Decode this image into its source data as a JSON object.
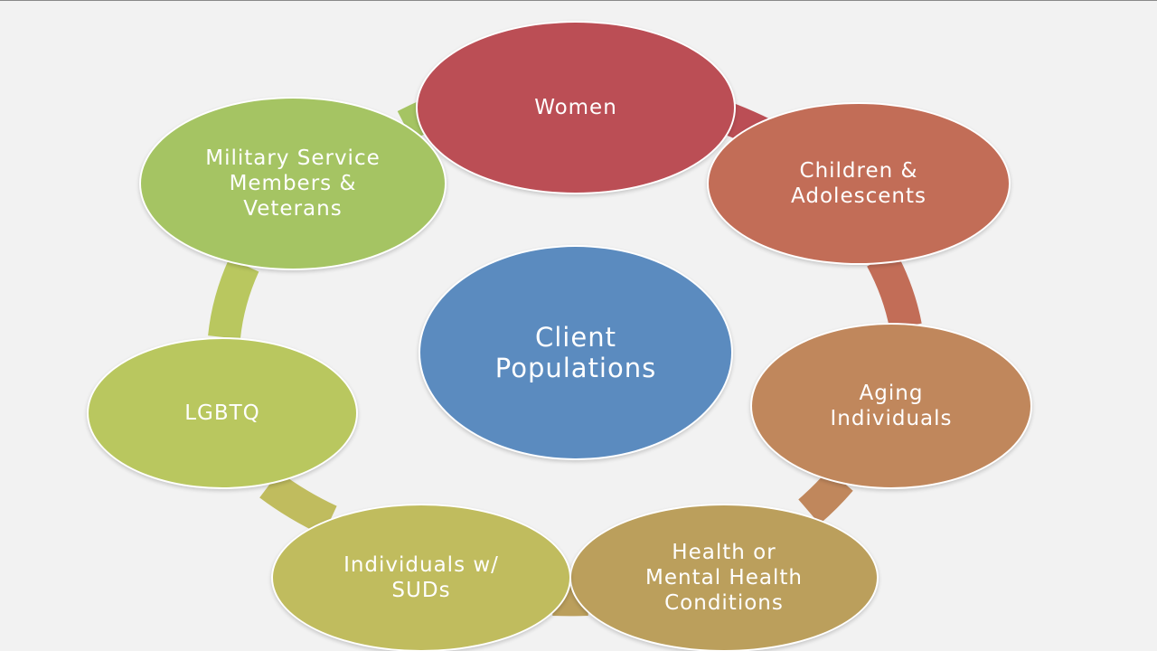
{
  "center": {
    "label": "Client\nPopulations",
    "color": "#5b8bbf"
  },
  "nodes": [
    {
      "label": "Women",
      "color": "#bb4e55"
    },
    {
      "label": "Children &\nAdolescents",
      "color": "#c26d57"
    },
    {
      "label": "Aging\nIndividuals",
      "color": "#c0875c"
    },
    {
      "label": "Health or\nMental Health\nConditions",
      "color": "#bb9f5c"
    },
    {
      "label": "Individuals w/\nSUDs",
      "color": "#c0bc5e"
    },
    {
      "label": "LGBTQ",
      "color": "#b9c75f"
    },
    {
      "label": "Military Service\nMembers &\nVeterans",
      "color": "#a5c463"
    }
  ],
  "background": "#f2f2f2"
}
